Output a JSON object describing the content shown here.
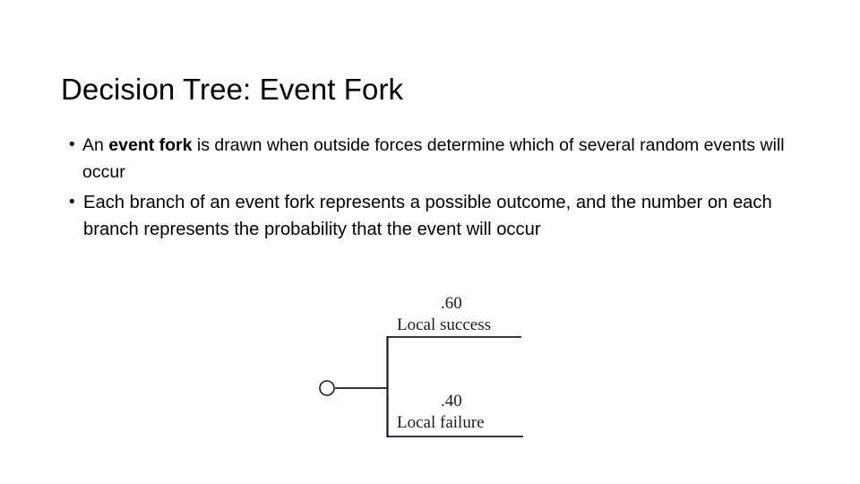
{
  "slide": {
    "title": "Decision Tree: Event Fork",
    "bullets": [
      {
        "marker": "•",
        "pre": "An ",
        "bold": "event fork",
        "post": " is drawn when outside forces determine which of several random events will occur"
      },
      {
        "marker": "•",
        "text": "Each branch of an event fork represents a possible outcome, and the number on each branch represents the probability that the event will occur"
      }
    ]
  },
  "figure": {
    "node_type": "event-node-circle",
    "branches": [
      {
        "probability": ".60",
        "label": "Local success"
      },
      {
        "probability": ".40",
        "label": "Local failure"
      }
    ],
    "line_color": "#1a1a22"
  }
}
